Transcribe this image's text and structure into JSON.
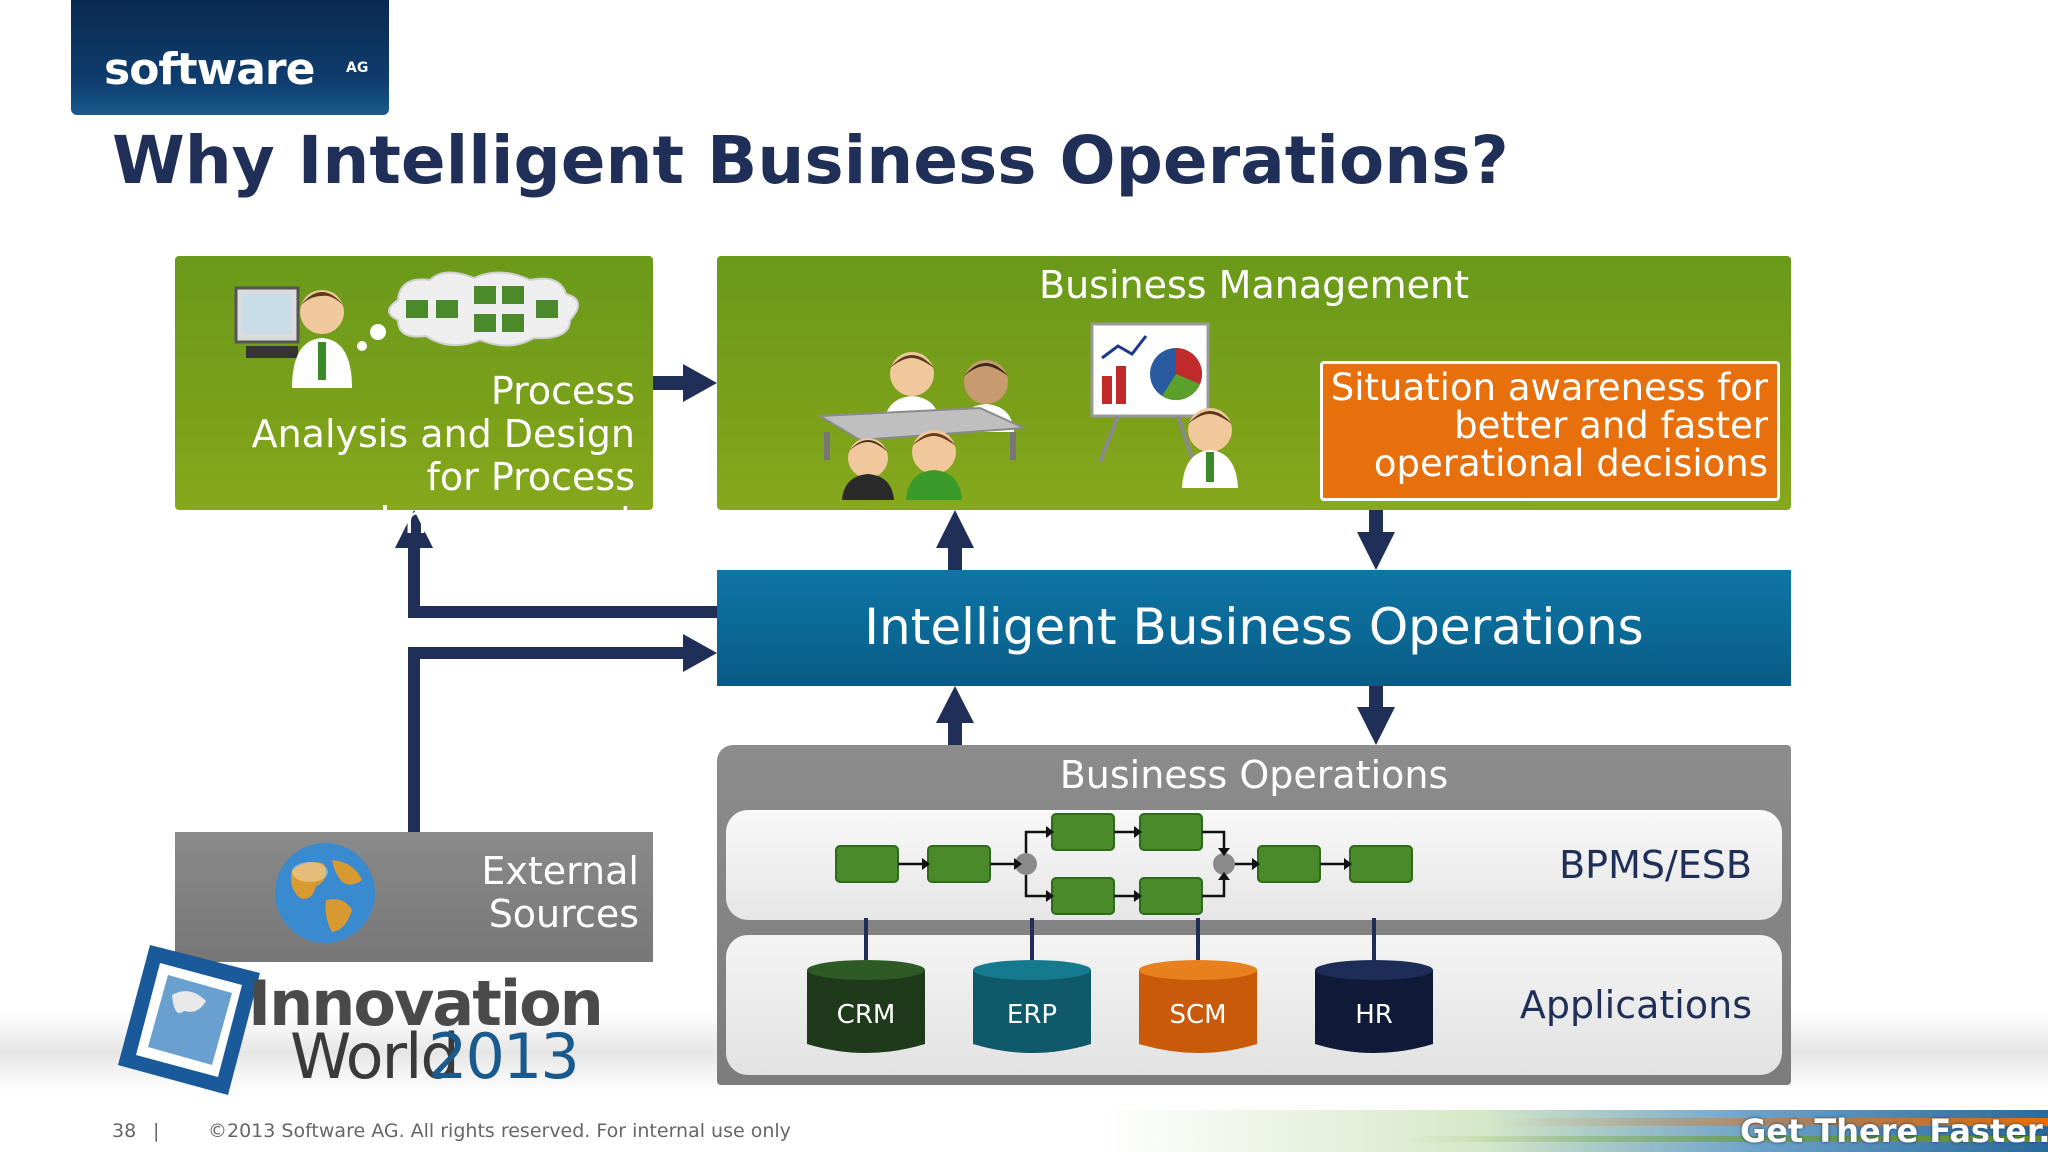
{
  "branding": {
    "logo_text": "software",
    "logo_suffix": "AG",
    "event_line1": "Innovation",
    "event_line2": "World",
    "event_year": "2013",
    "tagline": "Get There Faster.™"
  },
  "title": "Why Intelligent Business Operations?",
  "process_box": {
    "line1": "Process",
    "line2": "Analysis and Design",
    "line3": "for Process Improvement"
  },
  "business_management": {
    "title": "Business Management",
    "callout_line1": "Situation awareness for",
    "callout_line2": "better and faster",
    "callout_line3": "operational decisions"
  },
  "ibo": {
    "label": "Intelligent Business Operations"
  },
  "business_operations": {
    "title": "Business Operations",
    "bpms_label": "BPMS/ESB",
    "apps_label": "Applications",
    "applications": [
      {
        "name": "CRM",
        "color": "#1e3a1a"
      },
      {
        "name": "ERP",
        "color": "#0e5a6a"
      },
      {
        "name": "SCM",
        "color": "#c85a0a"
      },
      {
        "name": "HR",
        "color": "#101a38"
      }
    ]
  },
  "external_sources": {
    "line1": "External",
    "line2": "Sources"
  },
  "footer": {
    "page_number": "38",
    "separator": "|",
    "copyright": "©2013 Software AG. All rights reserved. For internal use only"
  },
  "colors": {
    "navy": "#1f2f57",
    "green": "#7aa01a",
    "orange": "#e8700c",
    "teal": "#0b6895",
    "gray": "#7c7c7c",
    "process_step": "#4a8a2a"
  }
}
